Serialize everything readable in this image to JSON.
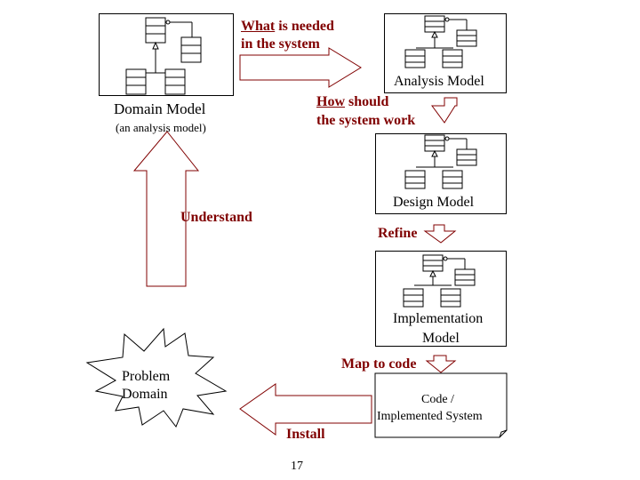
{
  "colors": {
    "arrow_stroke": "#800000",
    "arrow_fill": "#ffffff",
    "label_text": "#800000",
    "box_border": "#000000"
  },
  "models": {
    "domain": {
      "title": "Domain Model",
      "subtitle": "(an analysis model)"
    },
    "analysis": {
      "title": "Analysis Model"
    },
    "design": {
      "title": "Design Model"
    },
    "implementation": {
      "title_line1": "Implementation",
      "title_line2": "Model"
    },
    "code": {
      "title_line1": "Code /",
      "title_line2": "Implemented System"
    }
  },
  "problem_domain": {
    "line1": "Problem",
    "line2": "Domain"
  },
  "arrows": {
    "what": {
      "underlined": "What",
      "rest1": " is needed",
      "line2": "in the system"
    },
    "how": {
      "underlined": "How",
      "rest1": " should",
      "line2": "the system work"
    },
    "understand": "Understand",
    "refine": "Refine",
    "map": "Map to code",
    "install": "Install"
  },
  "page_number": "17",
  "icons": [
    "class-diagram-icon",
    "up-arrow",
    "right-arrow",
    "down-arrow",
    "left-arrow",
    "starburst"
  ]
}
